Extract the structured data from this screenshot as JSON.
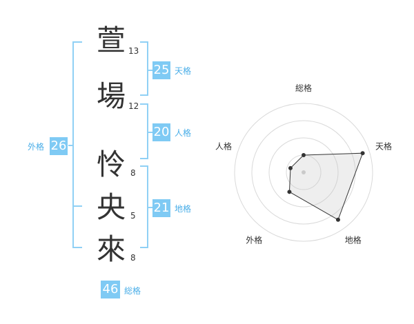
{
  "characters": [
    {
      "char": "萱",
      "strokes": "13"
    },
    {
      "char": "場",
      "strokes": "12"
    },
    {
      "char": "怜",
      "strokes": "8"
    },
    {
      "char": "央",
      "strokes": "5"
    },
    {
      "char": "來",
      "strokes": "8"
    }
  ],
  "fortunes": {
    "tenkaku": {
      "value": "25",
      "label": "天格"
    },
    "jinkaku": {
      "value": "20",
      "label": "人格"
    },
    "chikaku": {
      "value": "21",
      "label": "地格"
    },
    "gaikaku": {
      "value": "26",
      "label": "外格"
    },
    "soukaku": {
      "value": "46",
      "label": "総格"
    }
  },
  "colors": {
    "accent": "#7fcaf4",
    "accent_text": "#4aaee8",
    "bracket": "#8fd0f5"
  },
  "chart_data": {
    "type": "radar",
    "axes": [
      "総格",
      "天格",
      "地格",
      "外格",
      "人格"
    ],
    "values": [
      0.25,
      0.9,
      0.85,
      0.35,
      0.2
    ],
    "range": [
      0,
      1
    ],
    "rings": 4
  }
}
